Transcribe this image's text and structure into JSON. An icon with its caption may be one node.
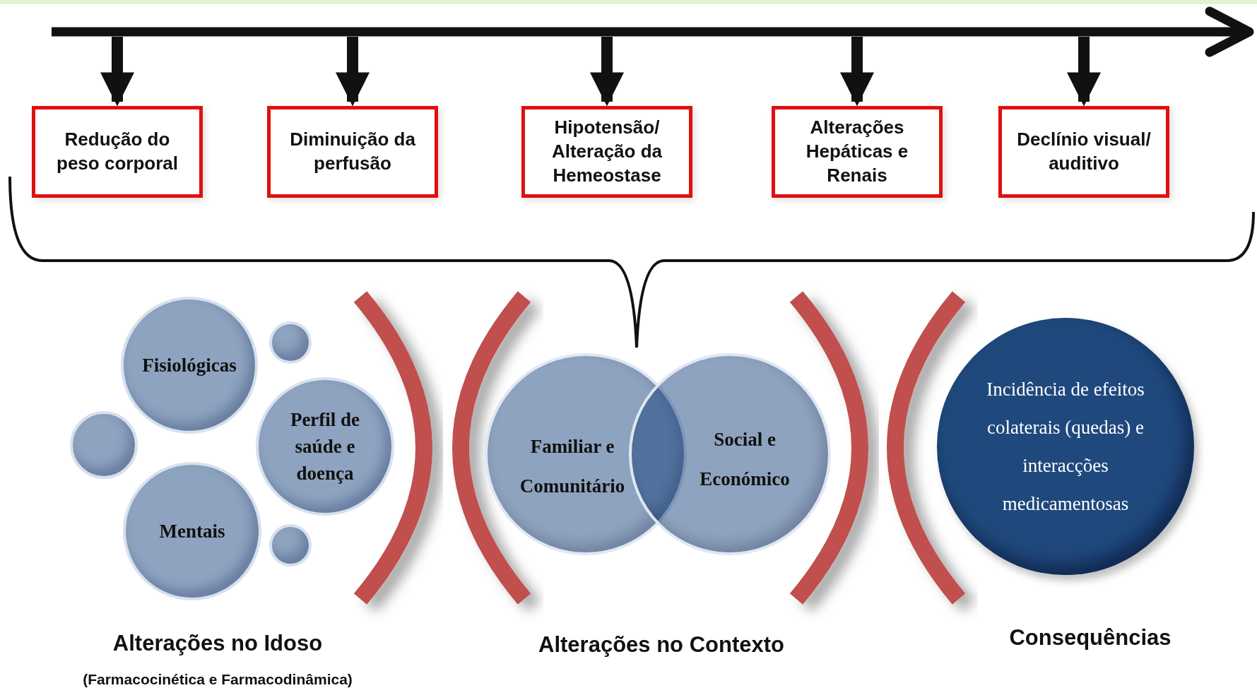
{
  "diagram": {
    "nodes": [
      {
        "text": [
          "Redução do peso corporal"
        ]
      },
      {
        "text": [
          "Diminuição da perfusão"
        ]
      },
      {
        "text": [
          "Hipotensão/ Alteração da Hemeostase"
        ]
      },
      {
        "text": [
          "Alterações Hepáticas e Renais"
        ]
      },
      {
        "text": [
          "Declínio visual/ auditivo"
        ]
      },
      {
        "text": [
          "Fisiológicas"
        ]
      },
      {
        "text": [],
        "shape": "circle"
      },
      {
        "text": [],
        "shape": "circle"
      },
      {
        "text": [
          "Perfil de saúde e doença"
        ]
      },
      {
        "text": [
          "Mentais"
        ]
      },
      {
        "text": [],
        "shape": "circle"
      },
      {
        "text": [
          "Familiar e Comunitário"
        ]
      },
      {
        "text": [
          "Social e Económico"
        ]
      },
      {
        "text": [
          "Incidência de efeitos colaterais (quedas) e interacções medicamentosas"
        ]
      }
    ],
    "edges": [
      {
        "from": null,
        "to": 0,
        "arrow": "to"
      },
      {
        "from": null,
        "to": 1,
        "arrow": "to"
      },
      {
        "from": null,
        "to": 2,
        "arrow": "to"
      },
      {
        "from": null,
        "to": 3,
        "arrow": "to"
      },
      {
        "from": null,
        "to": 4,
        "arrow": "to"
      }
    ],
    "labels": [
      "Alterações no Idoso",
      "(Farmacocinética e Farmacodinâmica)",
      "Alterações no Contexto",
      "Consequências"
    ]
  }
}
